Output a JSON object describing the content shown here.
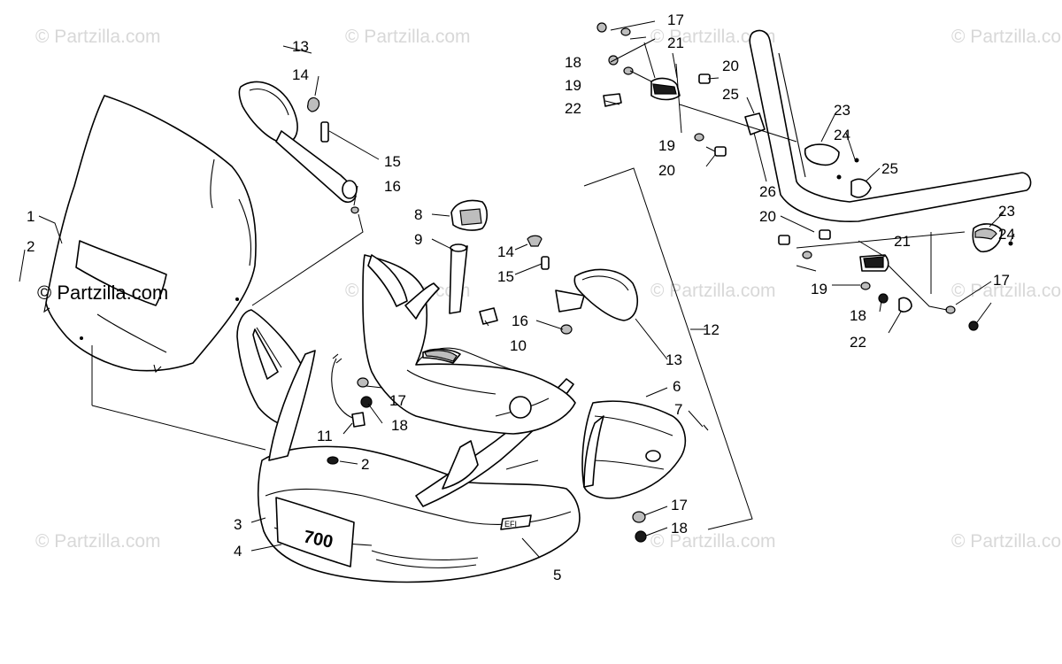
{
  "watermark": {
    "text": "© Partzilla.com",
    "color": "#d8d8d8"
  },
  "overlay_watermark": "© Partzilla.com",
  "callouts": {
    "n1": "1",
    "n2a": "2",
    "n2b": "2",
    "n3": "3",
    "n4": "4",
    "n5": "5",
    "n6": "6",
    "n7": "7",
    "n8": "8",
    "n9": "9",
    "n10": "10",
    "n11": "11",
    "n12": "12",
    "n13a": "13",
    "n13b": "13",
    "n14a": "14",
    "n14b": "14",
    "n15a": "15",
    "n15b": "15",
    "n16a": "16",
    "n16b": "16",
    "n17a": "17",
    "n17b": "17",
    "n17c": "17",
    "n17d": "17",
    "n18a": "18",
    "n18b": "18",
    "n18c": "18",
    "n18d": "18",
    "n19a": "19",
    "n19b": "19",
    "n19c": "19",
    "n20a": "20",
    "n20b": "20",
    "n20c": "20",
    "n21a": "21",
    "n21b": "21",
    "n22a": "22",
    "n22b": "22",
    "n23a": "23",
    "n23b": "23",
    "n24a": "24",
    "n24b": "24",
    "n25a": "25",
    "n25b": "25",
    "n26": "26"
  },
  "hood_badge": "700",
  "hood_emblem": "EFI"
}
